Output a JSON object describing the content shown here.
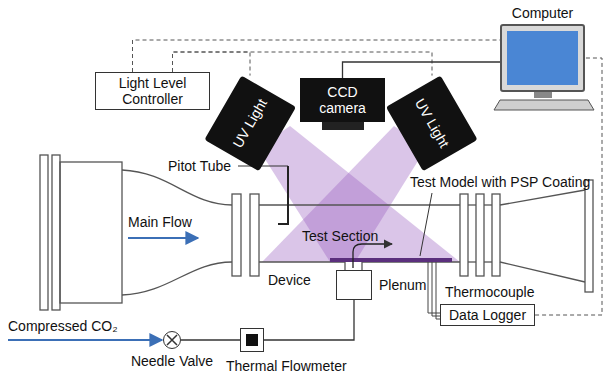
{
  "diagram": {
    "nodes": [
      {
        "text": [
          "Light Level Controller"
        ]
      },
      {
        "text": [
          "UV Light"
        ]
      },
      {
        "text": [
          "CCD camera"
        ]
      },
      {
        "text": [
          "UV Light"
        ]
      },
      {
        "text": [
          "Computer"
        ]
      },
      {
        "text": [
          "Needle Valve"
        ]
      },
      {
        "text": [
          "Thermal Flowmeter"
        ]
      },
      {
        "text": [
          "Plenum"
        ]
      },
      {
        "text": [
          "Data Logger"
        ]
      }
    ],
    "edges": [
      {
        "from": 0,
        "to": 1,
        "arrow": "none"
      },
      {
        "from": 0,
        "to": 3,
        "arrow": "none"
      },
      {
        "from": 0,
        "to": 4,
        "arrow": "none"
      },
      {
        "from": 2,
        "to": 4,
        "arrow": "none"
      },
      {
        "from": 8,
        "to": 4,
        "arrow": "none"
      },
      {
        "from": 5,
        "to": 6,
        "arrow": "none"
      },
      {
        "from": 6,
        "to": 7,
        "arrow": "none"
      }
    ],
    "labels": [
      "Pitot Tube",
      "Main Flow",
      "Test Section",
      "Test Model with PSP Coating",
      "Device",
      "Thermocouple",
      "Compressed CO₂"
    ]
  }
}
